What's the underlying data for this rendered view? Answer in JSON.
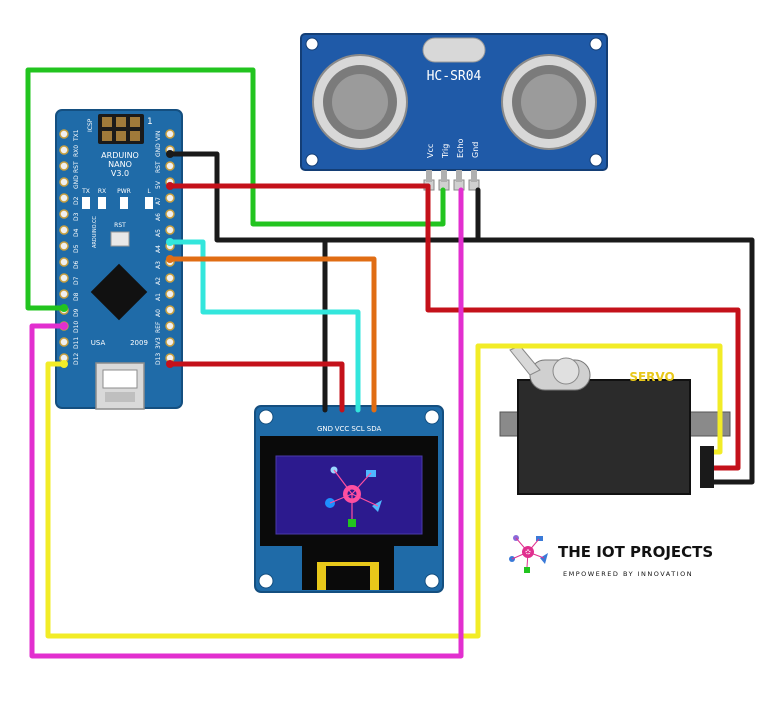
{
  "nano": {
    "title": "ARDUINO",
    "subtitle": "NANO",
    "version": "V3.0",
    "icsp": "ICSP",
    "one": "1",
    "led_labels": [
      "TX",
      "RX",
      "PWR",
      "L"
    ],
    "rst": "RST",
    "side_text": "ARDUINO.CC",
    "usa": "USA",
    "year": "2009",
    "left_pins": [
      "TX1",
      "RX0",
      "RST",
      "GND",
      "D2",
      "D3",
      "D4",
      "D5",
      "D6",
      "D7",
      "D8",
      "D9",
      "D10",
      "D11",
      "D12"
    ],
    "right_pins": [
      "VIN",
      "GND",
      "RST",
      "5V",
      "A7",
      "A6",
      "A5",
      "A4",
      "A3",
      "A2",
      "A1",
      "A0",
      "REF",
      "3V3",
      "D13"
    ]
  },
  "ultrasonic": {
    "model": "HC-SR04",
    "pins": [
      "Vcc",
      "Trig",
      "Echo",
      "Gnd"
    ]
  },
  "oled": {
    "pins": [
      "GND",
      "VCC",
      "SCL",
      "SDA"
    ]
  },
  "servo": {
    "label": "SERVO"
  },
  "branding": {
    "name": "THE IOT PROJECTS",
    "tagline": "EMPOWERED BY INNOVATION"
  },
  "colors": {
    "wire_green": "#22c41f",
    "wire_black": "#1a1a1a",
    "wire_red": "#c4111a",
    "wire_cyan": "#33e6dc",
    "wire_orange": "#e06d14",
    "wire_yellow": "#f2ec27",
    "wire_magenta": "#e22fcf",
    "pcb_blue": "#1f6ba8",
    "oled_screen": "#2c1a8e"
  }
}
